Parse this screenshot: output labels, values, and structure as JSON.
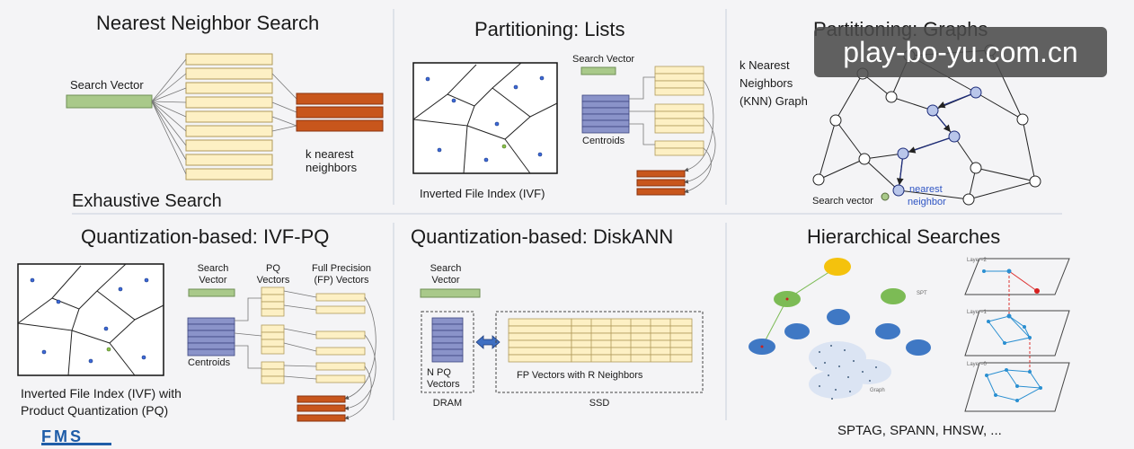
{
  "panels": {
    "nn": {
      "title": "Nearest Neighbor Search",
      "search_vector": "Search Vector",
      "result_l1": "k nearest",
      "result_l2": "neighbors",
      "footer": "Exhaustive Search"
    },
    "lists": {
      "title": "Partitioning: Lists",
      "search_vector": "Search Vector",
      "centroids": "Centroids",
      "caption": "Inverted File Index (IVF)"
    },
    "graphs": {
      "title": "Partitioning: Graphs",
      "label_l1": "k Nearest",
      "label_l2": "Neighbors",
      "label_l3": "(KNN) Graph",
      "search_vector": "Search vector",
      "nearest_l1": "nearest",
      "nearest_l2": "neighbor"
    },
    "ivfpq": {
      "title": "Quantization-based: IVF-PQ",
      "sv_l1": "Search",
      "sv_l2": "Vector",
      "pq_l1": "PQ",
      "pq_l2": "Vectors",
      "fp_l1": "Full Precision",
      "fp_l2": "(FP) Vectors",
      "centroids": "Centroids",
      "caption_l1": "Inverted File Index (IVF) with",
      "caption_l2": "Product Quantization (PQ)"
    },
    "diskann": {
      "title": "Quantization-based: DiskANN",
      "sv_l1": "Search",
      "sv_l2": "Vector",
      "npq_l1": "N PQ",
      "npq_l2": "Vectors",
      "fp_label": "FP Vectors with R Neighbors",
      "dram": "DRAM",
      "ssd": "SSD"
    },
    "hier": {
      "title": "Hierarchical Searches",
      "spt": "SPT",
      "graph": "Graph",
      "layer2": "Layer=2",
      "layer1": "Layer=1",
      "layer0": "Layer=0",
      "caption": "SPTAG, SPANN, HNSW, ..."
    }
  },
  "logo": "FMS",
  "watermark": "play-bo-yu.com.cn",
  "colors": {
    "vector_green": "#a9c98a",
    "cell_yellow": "#fdf0c4",
    "result_orange": "#c8561c",
    "centroid_blue": "#8a93c9",
    "node_blue": "#b9c6ea",
    "cluster_blue": "#3f78c4",
    "cluster_green": "#7cbb55",
    "cluster_yellow": "#f4c20d"
  }
}
